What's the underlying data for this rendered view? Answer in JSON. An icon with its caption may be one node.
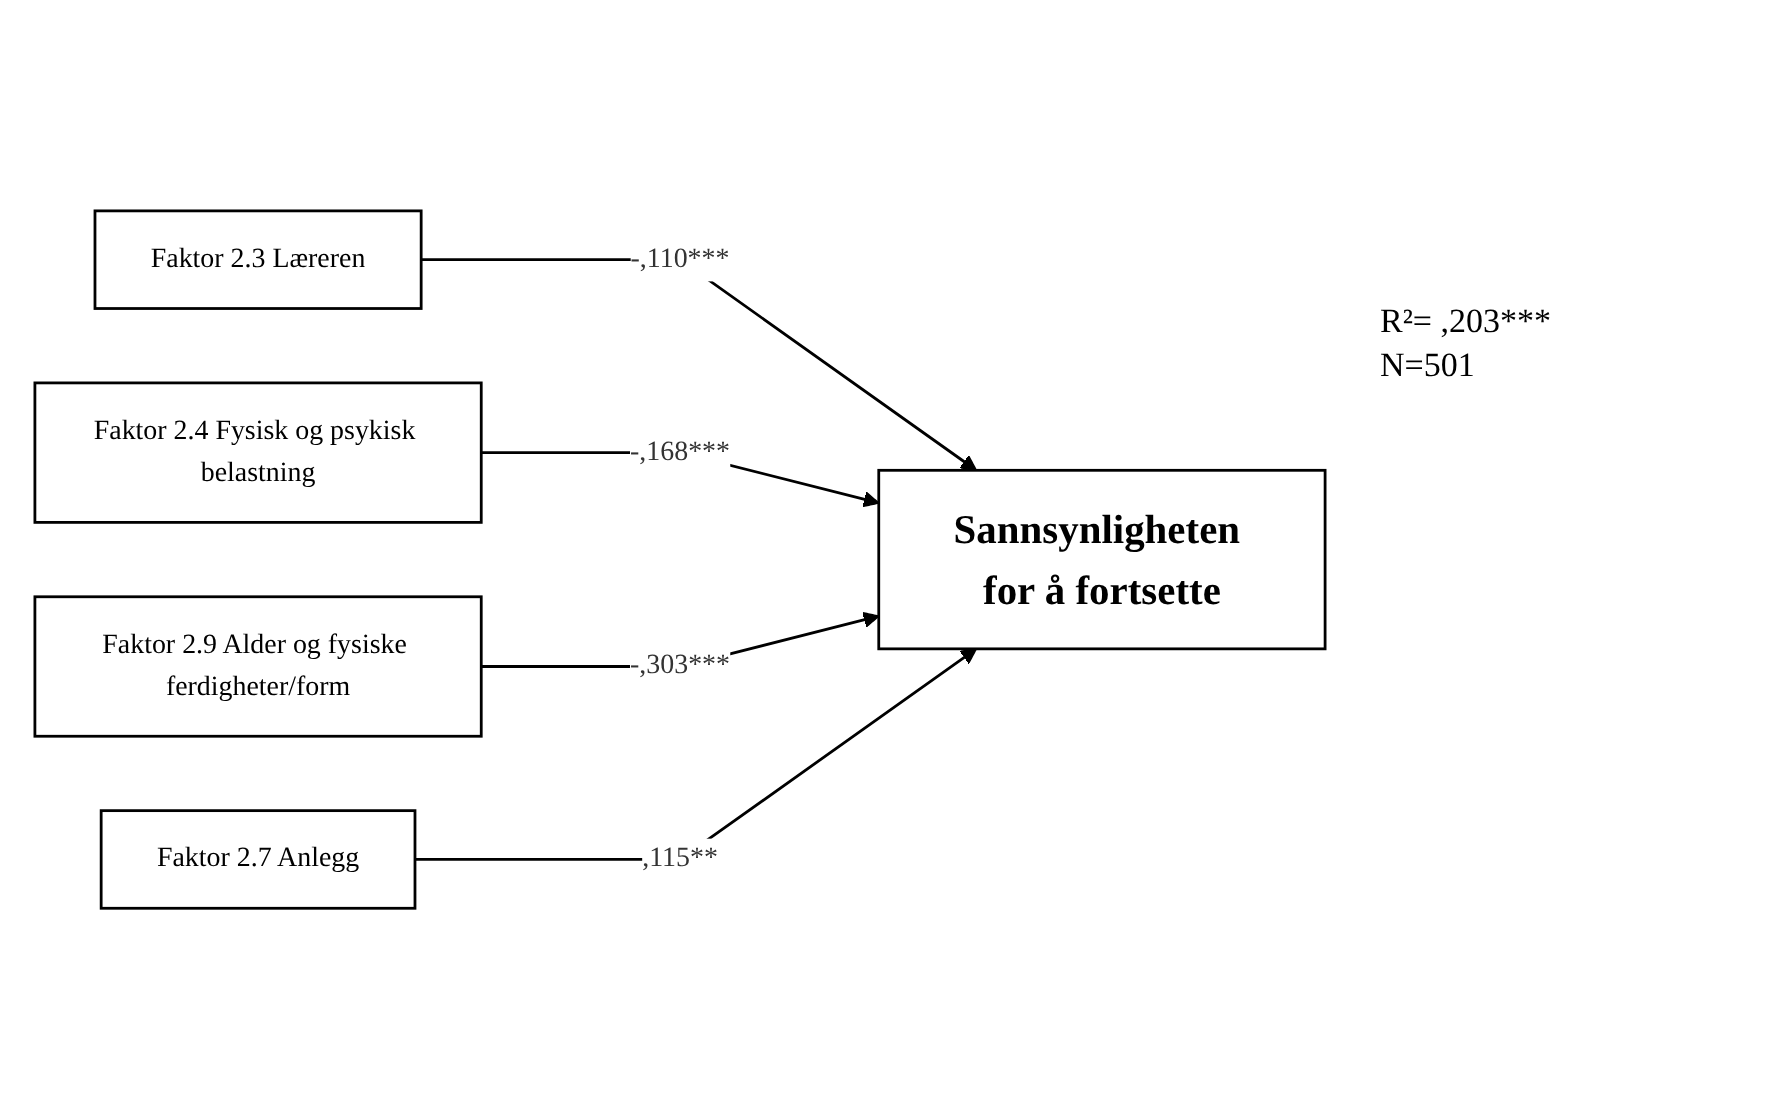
{
  "diagram": {
    "nodes": [
      {
        "text": [
          "Faktor 2.3 Læreren"
        ]
      },
      {
        "text": [
          "Faktor 2.4 Fysisk og psykisk belastning"
        ]
      },
      {
        "text": [
          "Faktor 2.9 Alder og fysiske ferdigheter/form"
        ]
      },
      {
        "text": [
          "Faktor 2.7 Anlegg"
        ]
      },
      {
        "text": [
          "Sannsynligheten for å fortsette"
        ]
      }
    ],
    "edges": [
      {
        "from": 0,
        "to": 4,
        "arrow": "to",
        "label": "-,110***"
      },
      {
        "from": 1,
        "to": 4,
        "arrow": "to",
        "label": "-,168***"
      },
      {
        "from": 2,
        "to": 4,
        "arrow": "to",
        "label": "-,303***"
      },
      {
        "from": 3,
        "to": 4,
        "arrow": "to",
        "label": ",115**"
      }
    ],
    "labels": [
      "R²= ,203***",
      "N=501"
    ]
  }
}
